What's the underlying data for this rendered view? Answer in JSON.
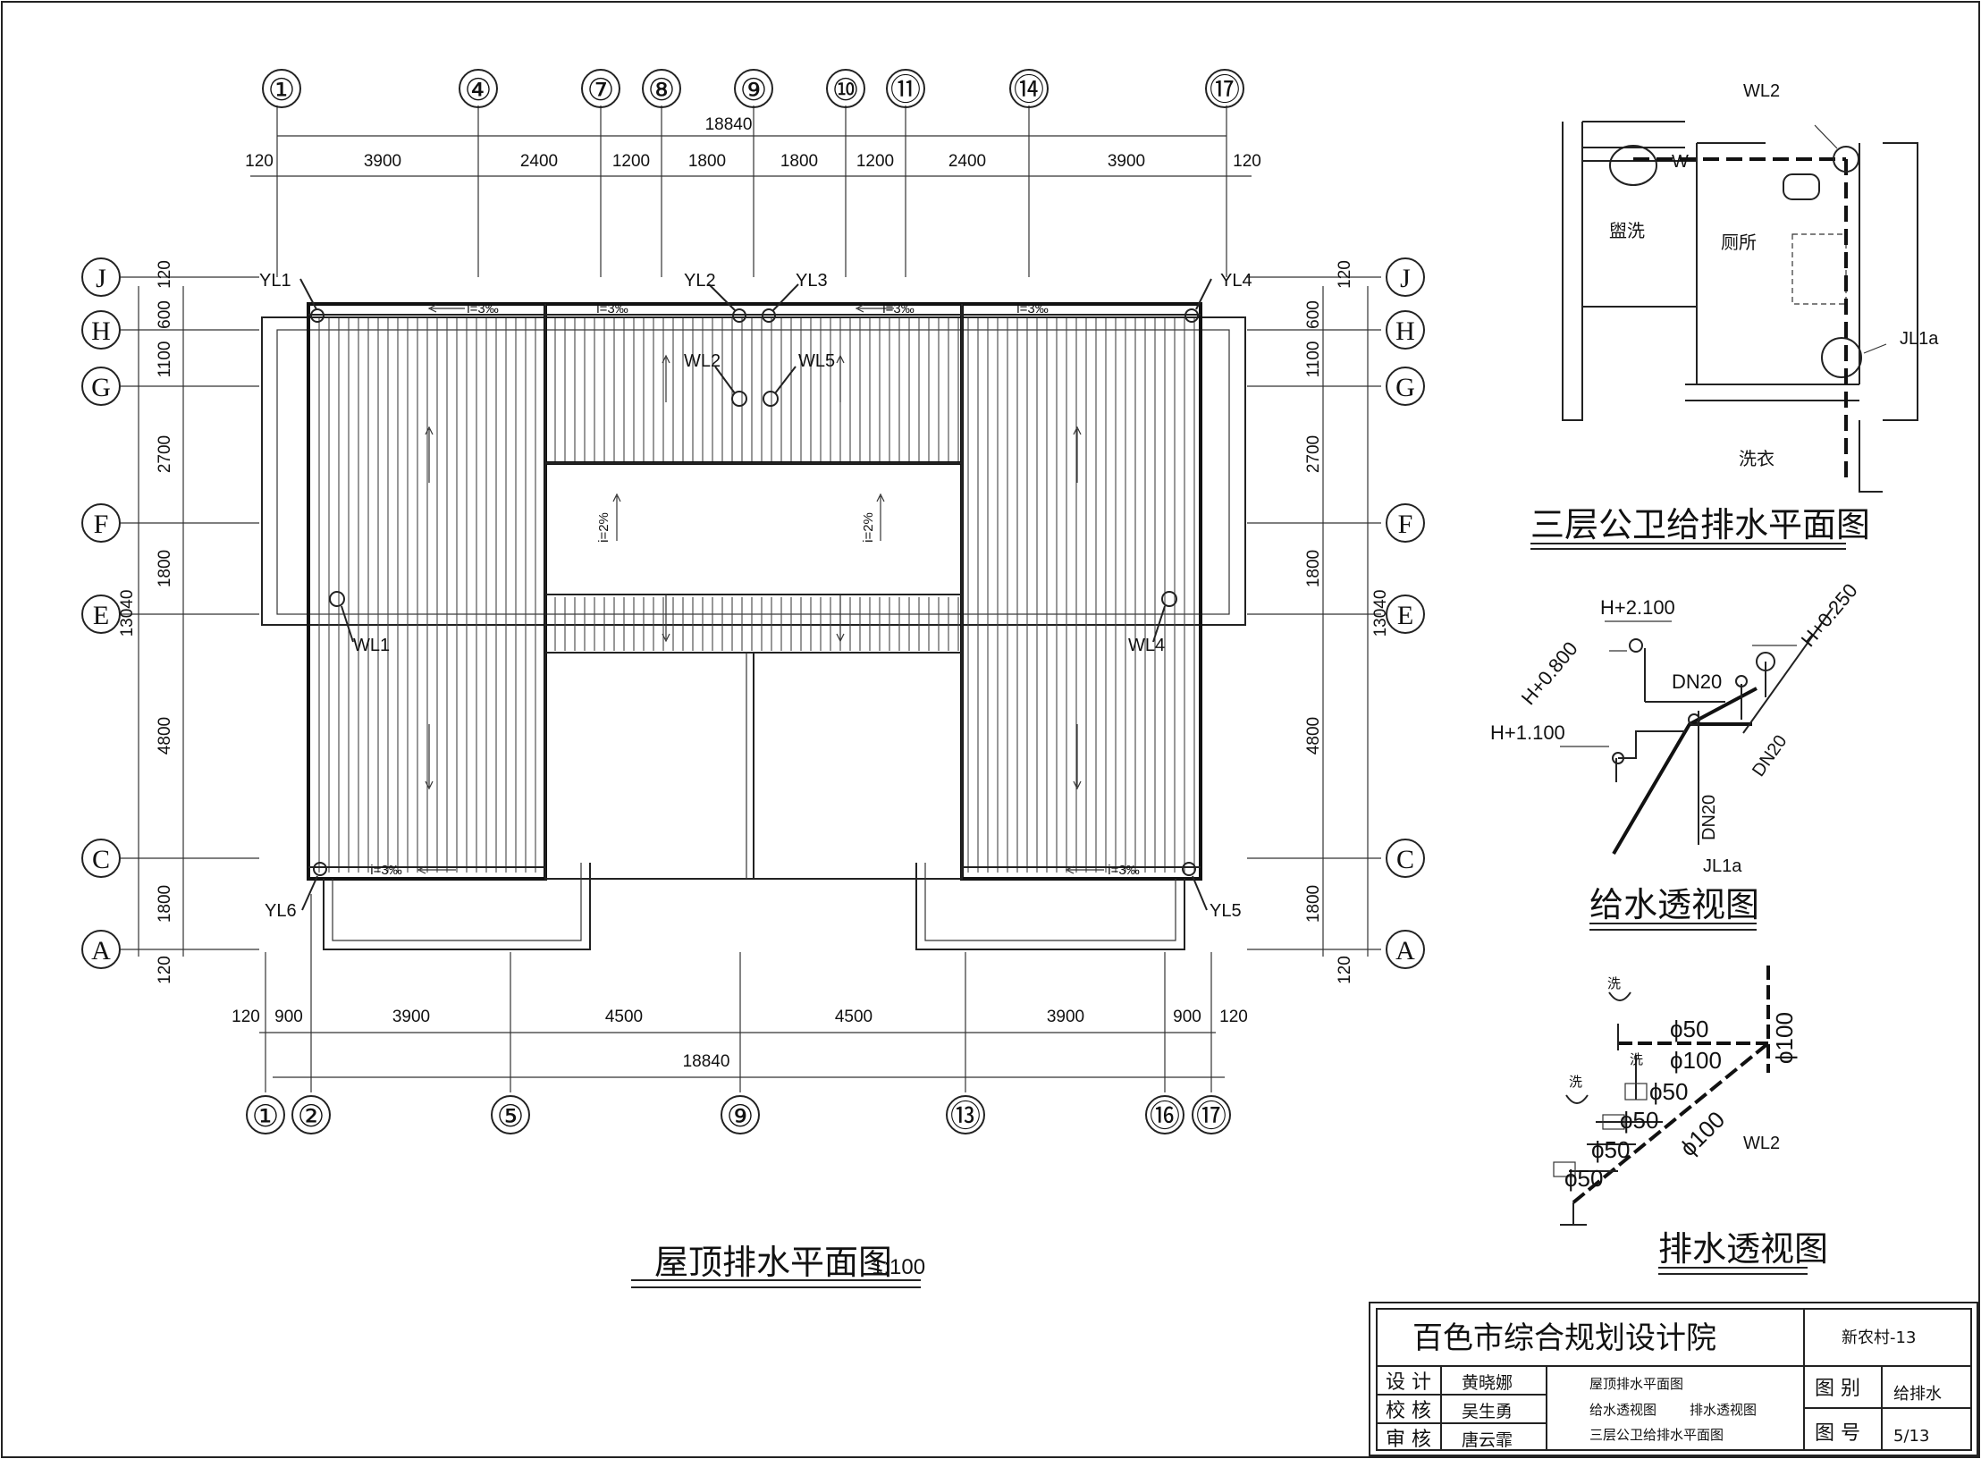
{
  "main_plan": {
    "title": "屋顶排水平面图",
    "scale": "1:100",
    "top_axes": [
      "①",
      "④",
      "⑦",
      "⑧",
      "⑨",
      "⑩",
      "⑪",
      "⑭",
      "⑰"
    ],
    "bottom_axes": [
      "①",
      "②",
      "⑤",
      "⑨",
      "⑬",
      "⑯",
      "⑰"
    ],
    "row_axes": [
      "J",
      "H",
      "G",
      "F",
      "E",
      "C",
      "A"
    ],
    "top_total": "18840",
    "top_dims": [
      "120",
      "3900",
      "2400",
      "1200",
      "1800",
      "1800",
      "1200",
      "2400",
      "3900",
      "120"
    ],
    "bottom_total": "18840",
    "bottom_dims": [
      "120",
      "900",
      "3900",
      "4500",
      "4500",
      "3900",
      "900",
      "120"
    ],
    "side_total": "13040",
    "side_dims": [
      "120",
      "600",
      "1100",
      "2700",
      "1800",
      "4800",
      "1800",
      "120"
    ],
    "pipes": {
      "yl1": "YL1",
      "yl2": "YL2",
      "yl3": "YL3",
      "yl4": "YL4",
      "yl5": "YL5",
      "yl6": "YL6",
      "wl1": "WL1",
      "wl2": "WL2",
      "wl4": "WL4",
      "wl5": "WL5"
    },
    "slope_gutter": "i=3‰",
    "slope_roof": "i=2%"
  },
  "bath_plan": {
    "title": "三层公卫给排水平面图",
    "room_wash": "盥洗",
    "room_toilet": "厕所",
    "room_laundry": "洗衣",
    "wl2": "WL2",
    "jl1a": "JL1a",
    "w": "W"
  },
  "supply_iso": {
    "title": "给水透视图",
    "h1": "H+2.100",
    "h2": "H+0.800",
    "h3": "H+1.100",
    "h4": "H+0.250",
    "dn1": "DN20",
    "dn2": "DN20",
    "dn3": "DN20",
    "jl": "JL1a"
  },
  "drain_iso": {
    "title": "排水透视图",
    "d50a": "ϕ50",
    "d100a": "ϕ100",
    "d50b": "ϕ50",
    "d50c": "ϕ50",
    "d50d": "ϕ50",
    "d50e": "ϕ50",
    "d100b": "ϕ100",
    "d100c": "ϕ100",
    "wl": "WL2",
    "wash1": "洗",
    "wash2": "洗",
    "wash3": "洗"
  },
  "title_block": {
    "institute": "百色市综合规划设计院",
    "project": "新农村-13",
    "design_label": "设  计",
    "design_name": "黄晓娜",
    "check_label": "校  核",
    "check_name": "吴生勇",
    "review_label": "审  核",
    "review_name": "唐云霏",
    "content1": "屋顶排水平面图",
    "content2": "给水透视图",
    "content3": "排水透视图",
    "content4": "三层公卫给排水平面图",
    "cat_label": "图  别",
    "cat_value": "给排水",
    "num_label": "图  号",
    "num_value": "5/13"
  }
}
